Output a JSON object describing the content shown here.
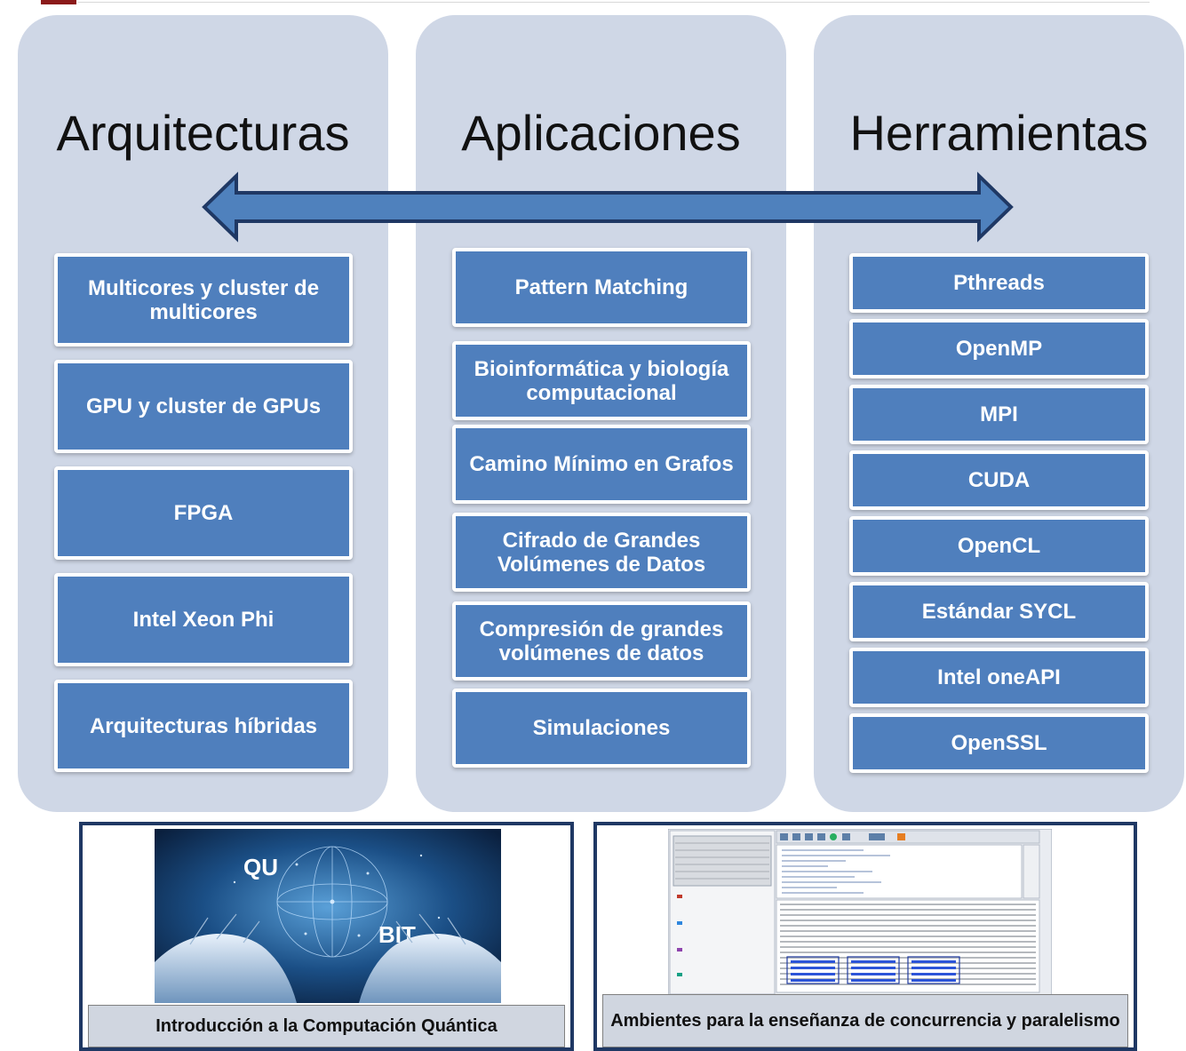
{
  "columns": [
    {
      "title": "Arquitecturas",
      "items": [
        "Multicores y cluster de multicores",
        "GPU y cluster de GPUs",
        "FPGA",
        "Intel Xeon Phi",
        "Arquitecturas híbridas"
      ]
    },
    {
      "title": "Aplicaciones",
      "items": [
        "Pattern Matching",
        "Bioinformática y biología computacional",
        "Camino Mínimo en Grafos",
        "Cifrado de Grandes Volúmenes de Datos",
        "Compresión de grandes volúmenes de datos",
        "Simulaciones"
      ]
    },
    {
      "title": "Herramientas",
      "items": [
        "Pthreads",
        "OpenMP",
        "MPI",
        "CUDA",
        "OpenCL",
        "Estándar SYCL",
        "Intel oneAPI",
        "OpenSSL"
      ]
    }
  ],
  "cards": [
    {
      "caption": "Introducción a la Computación Quántica",
      "image_labels": [
        "QU",
        "BIT"
      ]
    },
    {
      "caption": "Ambientes para la enseñanza de concurrencia y paralelismo"
    }
  ],
  "colors": {
    "column_bg": "#cfd7e6",
    "box_fill": "#4f7fbd",
    "arrow_fill": "#4f81bd",
    "card_border": "#1f3864"
  }
}
